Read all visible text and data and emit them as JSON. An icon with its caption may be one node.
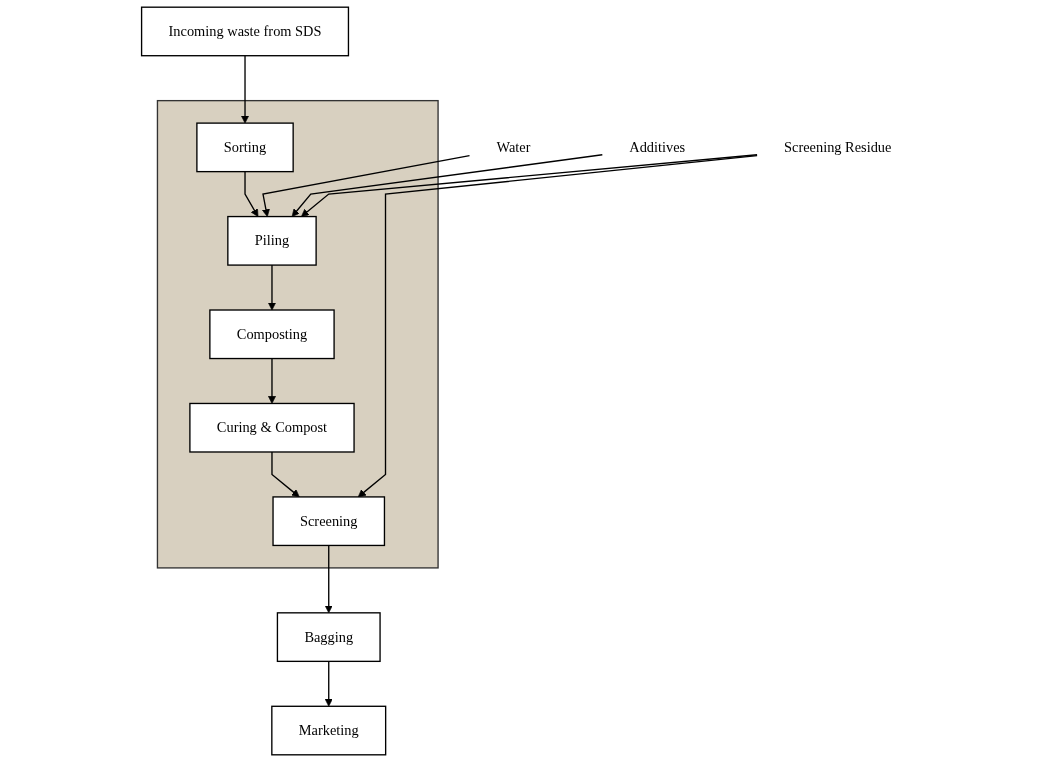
{
  "diagram": {
    "nodes": [
      {
        "text": [
          "Incoming waste from SDS"
        ]
      },
      {
        "text": [],
        "shape": "box"
      },
      {
        "text": [
          "Sorting"
        ],
        "in": 1
      },
      {
        "text": [
          "Water"
        ]
      },
      {
        "text": [
          "Additives"
        ]
      },
      {
        "text": [
          "Screening Residue"
        ]
      },
      {
        "text": [
          "Piling"
        ],
        "in": 1
      },
      {
        "text": [
          "Composting"
        ],
        "in": 1
      },
      {
        "text": [
          "Curing & Compost"
        ],
        "in": 1
      },
      {
        "text": [
          "Screening"
        ],
        "in": 1
      },
      {
        "text": [
          "Bagging"
        ]
      },
      {
        "text": [
          "Marketing"
        ]
      }
    ],
    "edges": [
      {
        "from": 0,
        "to": 2,
        "arrow": "to"
      },
      {
        "from": 2,
        "to": 6,
        "arrow": "to"
      },
      {
        "from": 3,
        "to": 6,
        "arrow": "to"
      },
      {
        "from": 4,
        "to": 6,
        "arrow": "to"
      },
      {
        "from": 5,
        "to": 6,
        "arrow": "to"
      },
      {
        "from": 5,
        "to": 9,
        "arrow": "to"
      },
      {
        "from": 6,
        "to": 7,
        "arrow": "to"
      },
      {
        "from": 7,
        "to": 8,
        "arrow": "to"
      },
      {
        "from": 8,
        "to": 9,
        "arrow": "to"
      },
      {
        "from": 9,
        "to": 10,
        "arrow": "to"
      },
      {
        "from": 10,
        "to": 11,
        "arrow": "to"
      }
    ]
  }
}
